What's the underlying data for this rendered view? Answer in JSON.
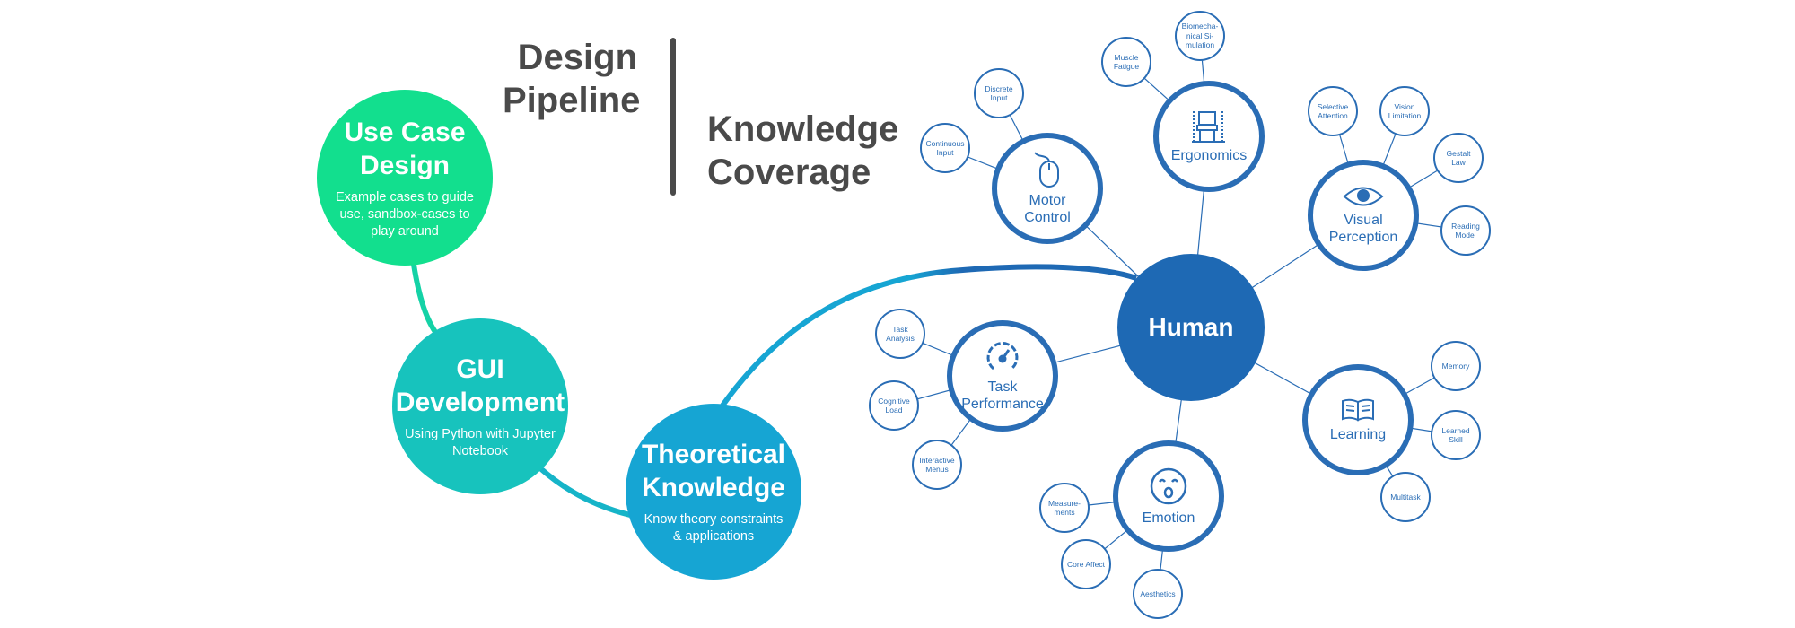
{
  "headings": {
    "pipeline": "Design\nPipeline",
    "coverage": "Knowledge\nCoverage"
  },
  "pipeline": [
    {
      "title": "Use Case\nDesign",
      "desc": "Example cases to guide\nuse, sandbox-cases to\nplay around",
      "color": "#12df8e"
    },
    {
      "title": "GUI\nDevelopment",
      "desc": "Using Python with Jupyter\nNotebook",
      "color": "#17c3bd"
    },
    {
      "title": "Theoretical\nKnowledge",
      "desc": "Know theory constraints\n& applications",
      "color": "#16a5d3"
    }
  ],
  "hub": {
    "label": "Human",
    "color": "#1e69b4"
  },
  "topics": [
    {
      "label": "Motor\nControl",
      "icon": "mouse-icon",
      "subs": [
        "Discrete\nInput",
        "Continuous\nInput"
      ]
    },
    {
      "label": "Ergonomics",
      "icon": "chair-icon",
      "subs": [
        "Muscle\nFatigue",
        "Biomecha-\nnical Si-\nmulation"
      ]
    },
    {
      "label": "Visual\nPerception",
      "icon": "eye-icon",
      "subs": [
        "Selective\nAttention",
        "Vision\nLimitation",
        "Gestalt\nLaw",
        "Reading\nModel"
      ]
    },
    {
      "label": "Learning",
      "icon": "book-icon",
      "subs": [
        "Memory",
        "Learned\nSkill",
        "Multitask"
      ]
    },
    {
      "label": "Emotion",
      "icon": "face-icon",
      "subs": [
        "Measure-\nments",
        "Core Affect",
        "Aesthetics"
      ]
    },
    {
      "label": "Task\nPerformance",
      "icon": "gauge-icon",
      "subs": [
        "Task\nAnalysis",
        "Cognitive\nLoad",
        "Interactive\nMenus"
      ]
    }
  ],
  "colors": {
    "accent": "#2a6db5",
    "heading": "#4a4a4a",
    "line": "#2a6db5"
  }
}
